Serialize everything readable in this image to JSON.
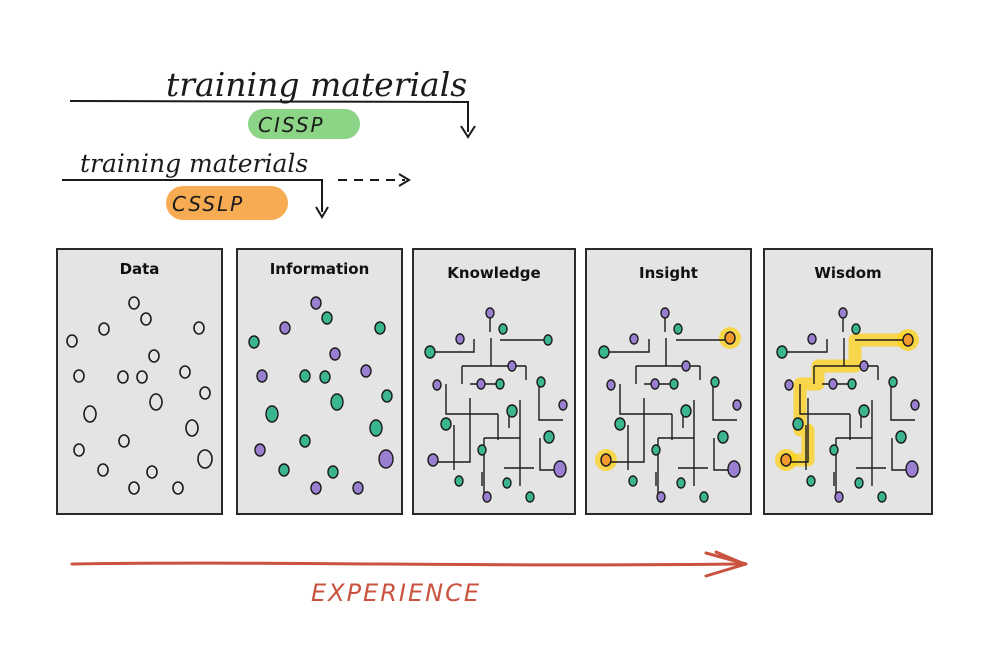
{
  "header": {
    "row1": {
      "training_label": "training materials",
      "cert_label": "CISSP",
      "highlight_color": "#7fd07a"
    },
    "row2": {
      "training_label": "training materials",
      "cert_label": "CSSLP",
      "highlight_color": "#f6a443"
    }
  },
  "panels": [
    {
      "title": "Data"
    },
    {
      "title": "Information"
    },
    {
      "title": "Knowledge"
    },
    {
      "title": "Insight"
    },
    {
      "title": "Wisdom"
    }
  ],
  "footer": {
    "axis_label": "EXPERIENCE",
    "arrow_color": "#c9533f"
  },
  "colors": {
    "panel_fill": "#e4e4e4",
    "node_teal": "#3bb58f",
    "node_purple": "#9a7fd1",
    "highlight_yellow": "#ffd11a",
    "highlight_orange": "#f29a2e"
  }
}
